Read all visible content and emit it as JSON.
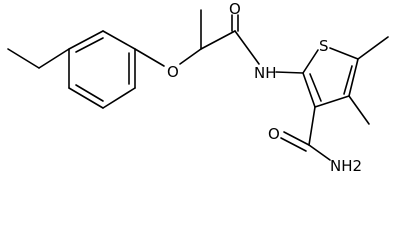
{
  "molecule": {
    "atoms": {
      "O_ether": "O",
      "O_amide1": "O",
      "NH": "NH",
      "S": "S",
      "O_amide2": "O",
      "NH2": "NH2"
    }
  },
  "colors": {
    "bond": "#000000",
    "label": "#000000",
    "background": "#ffffff"
  }
}
